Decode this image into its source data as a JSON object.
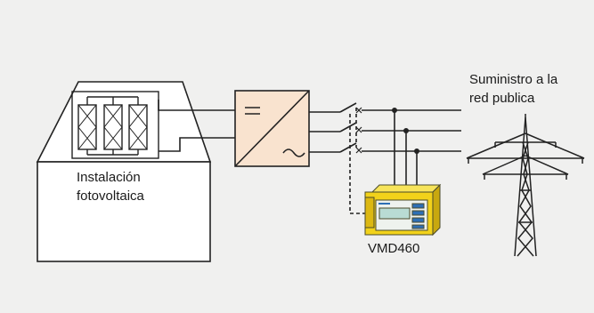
{
  "labels": {
    "installation_line1": "Instalación",
    "installation_line2": "fotovoltaica",
    "grid_line1": "Suministro a la",
    "grid_line2": "red publica",
    "device": "VMD460"
  },
  "colors": {
    "background": "#f0f0ef",
    "outline": "#222222",
    "house_fill": "#ffffff",
    "inverter_fill": "#f9e3cf",
    "device_body": "#f2d21a",
    "device_screen": "#b9dcd4",
    "device_buttons": "#2e6fb5"
  },
  "icons": [
    "solar-panel-icon",
    "inverter-icon",
    "switch-icon",
    "transmission-tower-icon",
    "monitoring-device-icon"
  ]
}
